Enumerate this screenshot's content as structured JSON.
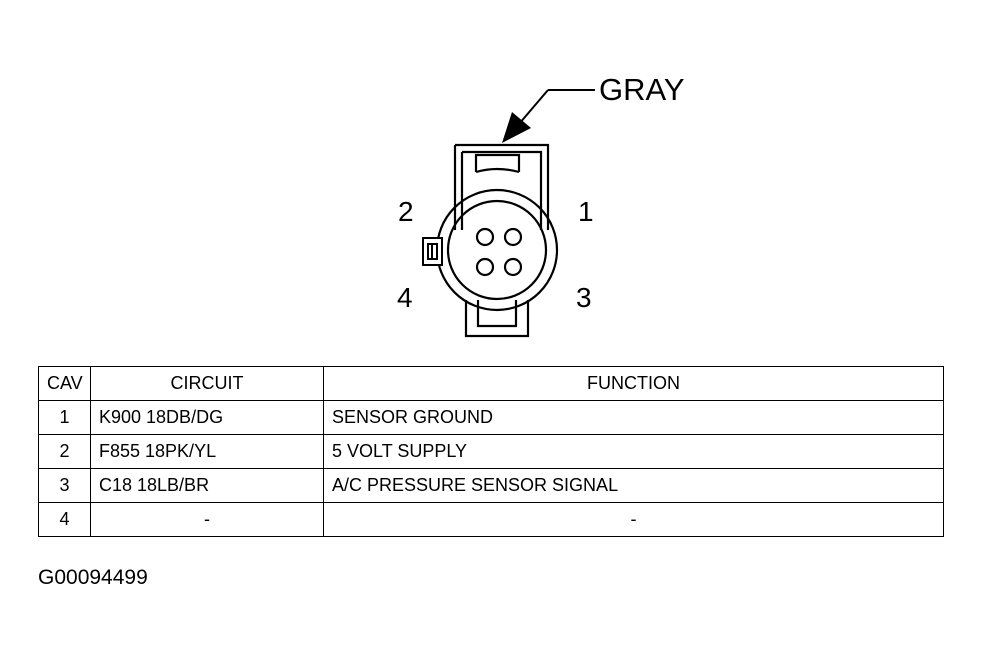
{
  "connector": {
    "color_label": "GRAY",
    "pin_labels": [
      "1",
      "2",
      "3",
      "4"
    ]
  },
  "table": {
    "headers": {
      "cav": "CAV",
      "circuit": "CIRCUIT",
      "function": "FUNCTION"
    },
    "rows": [
      {
        "cav": "1",
        "circuit": "K900 18DB/DG",
        "function": "SENSOR GROUND"
      },
      {
        "cav": "2",
        "circuit": "F855 18PK/YL",
        "function": "5 VOLT SUPPLY"
      },
      {
        "cav": "3",
        "circuit": "C18 18LB/BR",
        "function": "A/C PRESSURE SENSOR SIGNAL"
      },
      {
        "cav": "4",
        "circuit": "-",
        "function": "-"
      }
    ]
  },
  "figure_id": "G00094499"
}
